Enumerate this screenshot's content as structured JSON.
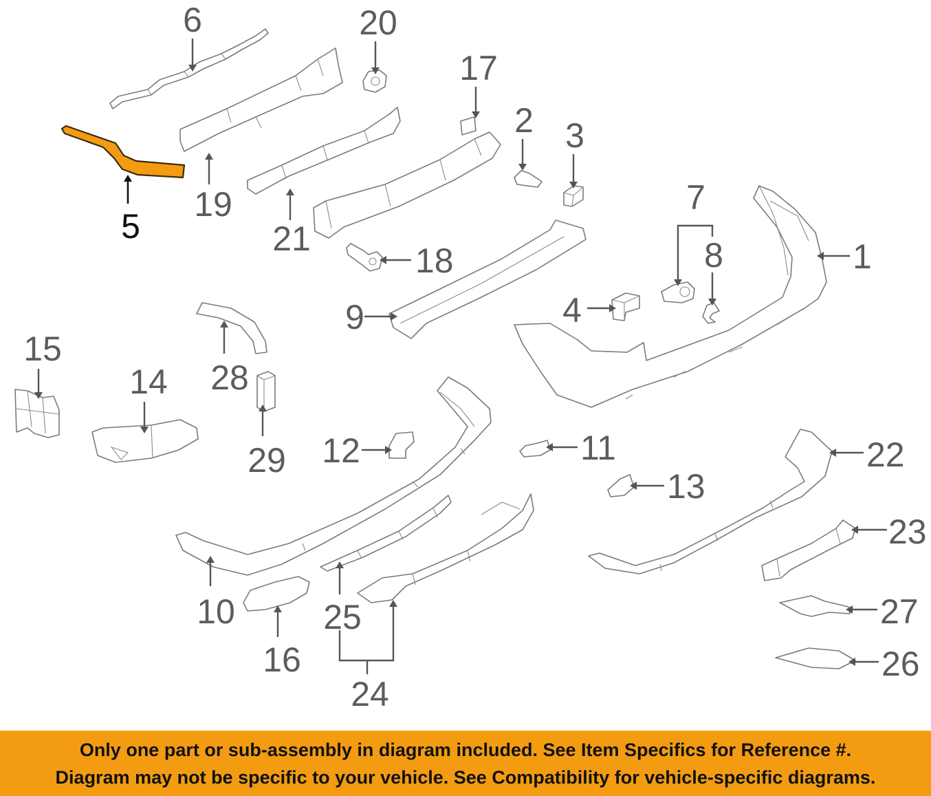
{
  "diagram": {
    "callouts": [
      {
        "id": "1",
        "label": "1"
      },
      {
        "id": "2",
        "label": "2"
      },
      {
        "id": "3",
        "label": "3"
      },
      {
        "id": "4",
        "label": "4"
      },
      {
        "id": "5",
        "label": "5",
        "highlighted": true
      },
      {
        "id": "6",
        "label": "6"
      },
      {
        "id": "7",
        "label": "7"
      },
      {
        "id": "8",
        "label": "8"
      },
      {
        "id": "9",
        "label": "9"
      },
      {
        "id": "10",
        "label": "10"
      },
      {
        "id": "11",
        "label": "11"
      },
      {
        "id": "12",
        "label": "12"
      },
      {
        "id": "13",
        "label": "13"
      },
      {
        "id": "14",
        "label": "14"
      },
      {
        "id": "15",
        "label": "15"
      },
      {
        "id": "16",
        "label": "16"
      },
      {
        "id": "17",
        "label": "17"
      },
      {
        "id": "18",
        "label": "18"
      },
      {
        "id": "19",
        "label": "19"
      },
      {
        "id": "20",
        "label": "20"
      },
      {
        "id": "21",
        "label": "21"
      },
      {
        "id": "22",
        "label": "22"
      },
      {
        "id": "23",
        "label": "23"
      },
      {
        "id": "24",
        "label": "24"
      },
      {
        "id": "25",
        "label": "25"
      },
      {
        "id": "26",
        "label": "26"
      },
      {
        "id": "27",
        "label": "27"
      },
      {
        "id": "28",
        "label": "28"
      },
      {
        "id": "29",
        "label": "29"
      }
    ],
    "highlight_color": "#f39c12",
    "line_color": "#7a7a7a"
  },
  "banner": {
    "line1": "Only one part or sub-assembly in diagram included. See Item Specifics for Reference #.",
    "line2": "Diagram may not be specific to your vehicle. See Compatibility for vehicle-specific diagrams.",
    "background": "#f39c12"
  }
}
